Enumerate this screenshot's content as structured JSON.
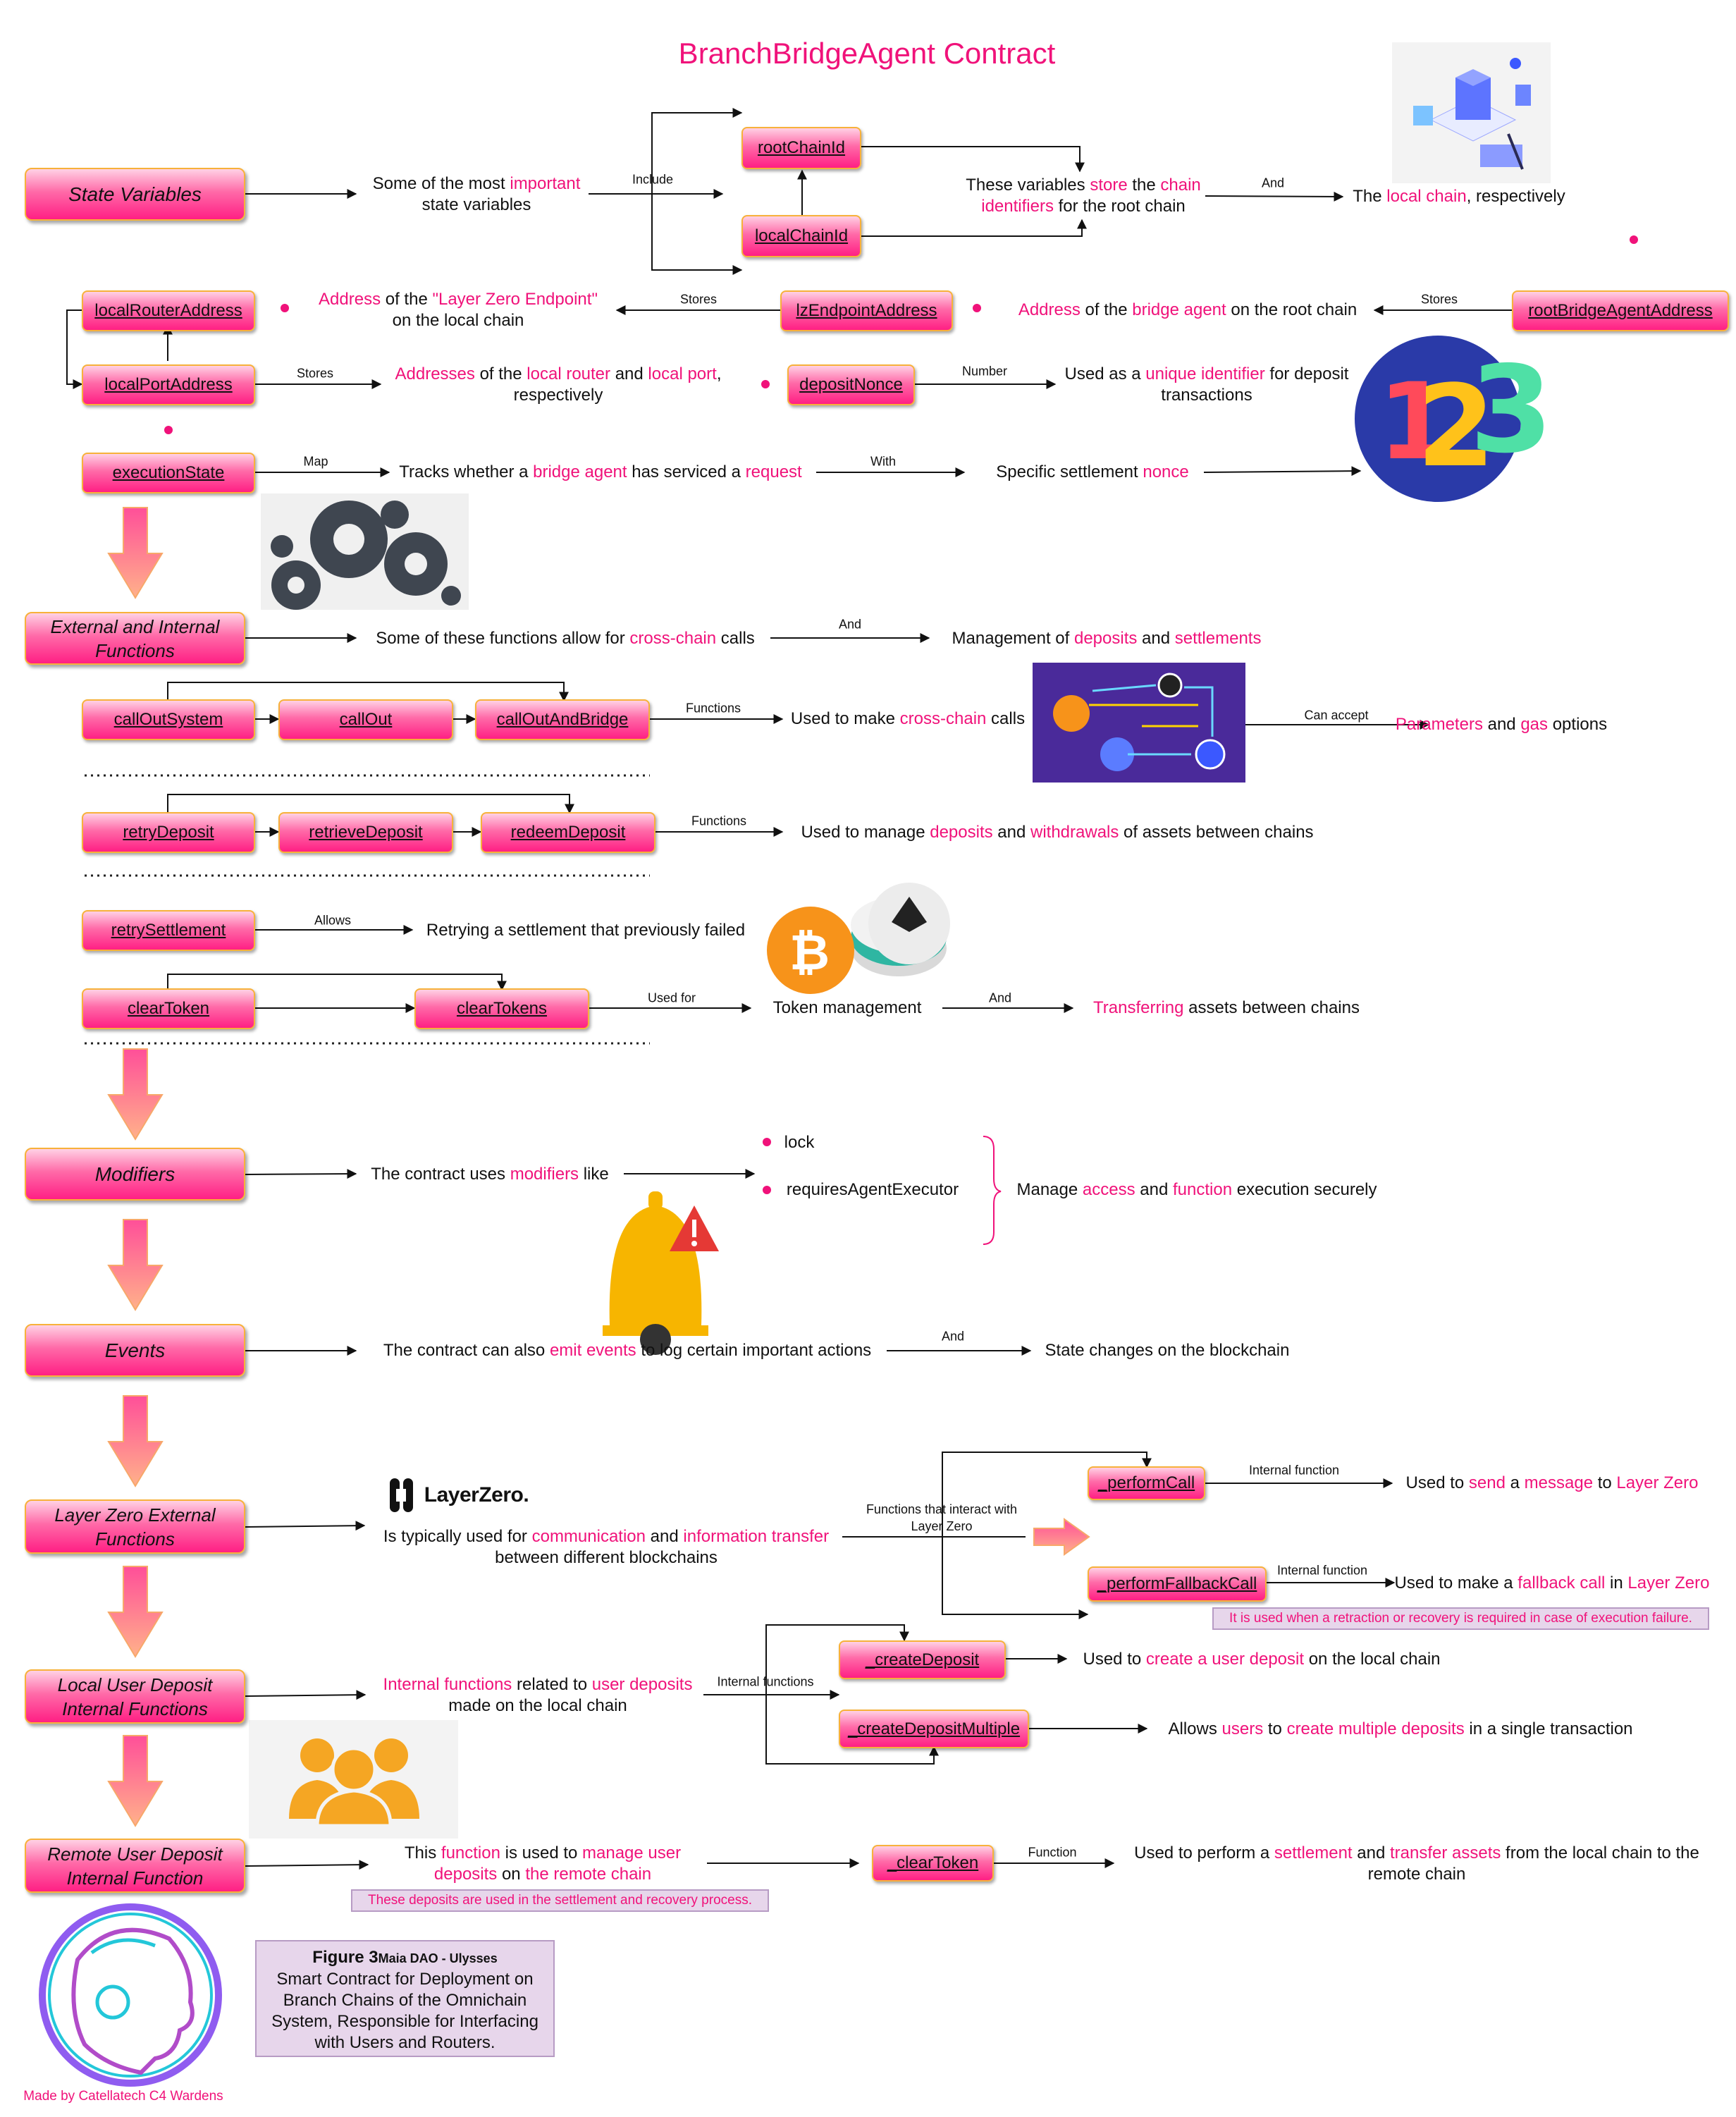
{
  "title": "BranchBridgeAgent Contract",
  "colors": {
    "accent": "#f0127a",
    "node_fill": "#ff4f99",
    "node_border": "#f7b13a",
    "caption_bg": "#e7d6eb"
  },
  "sections": {
    "state_variables": "State Variables",
    "functions": "External and Internal Functions",
    "modifiers": "Modifiers",
    "events": "Events",
    "layer_zero": "Layer Zero External Functions",
    "local_deposit": "Local User Deposit Internal Functions",
    "remote_deposit": "Remote User Deposit Internal Function"
  },
  "nodes": {
    "root_chain_id": "rootChainId",
    "local_chain_id": "localChainId",
    "local_router_address": "localRouterAddress",
    "lz_endpoint_address": "lzEndpointAddress",
    "root_bridge_agent_address": "rootBridgeAgentAddress",
    "local_port_address": "localPortAddress",
    "deposit_nonce": "depositNonce",
    "execution_state": "executionState",
    "call_out_system": "callOutSystem",
    "call_out": "callOut",
    "call_out_and_bridge": "callOutAndBridge",
    "retry_deposit": "retryDeposit",
    "retrieve_deposit": "retrieveDeposit",
    "redeem_deposit": "redeemDeposit",
    "retry_settlement": "retrySettlement",
    "clear_token": "clearToken",
    "clear_tokens": "clearTokens",
    "perform_call": "_performCall",
    "perform_fallback_call": "_performFallbackCall",
    "create_deposit": "_createDeposit",
    "create_deposit_multiple": "_createDepositMultiple",
    "clear_token_internal": "_clearToken"
  },
  "edge_labels": {
    "include": "Include",
    "and": "And",
    "stores": "Stores",
    "number": "Number",
    "map": "Map",
    "with": "With",
    "functions": "Functions",
    "can_accept": "Can accept",
    "allows": "Allows",
    "used_for": "Used for",
    "internal_function": "Internal function",
    "functions_interact": "Functions that interact with Layer Zero",
    "internal_functions": "Internal functions",
    "function": "Function"
  },
  "modifiers_list": [
    "lock",
    "requiresAgentExecutor"
  ],
  "logo_text": "LayerZero.",
  "notes": {
    "fallback": "It is used when a retraction or recovery is required in case of execution failure.",
    "remote": "These deposits are used in the settlement and recovery process."
  },
  "caption": {
    "figure": "Figure 3",
    "project": "Maia DAO - Ulysses",
    "body": "Smart Contract for Deployment on Branch Chains of the Omnichain System, Responsible for Interfacing with Users and Routers."
  },
  "credit": "Made by Catellatech C4 Wardens"
}
